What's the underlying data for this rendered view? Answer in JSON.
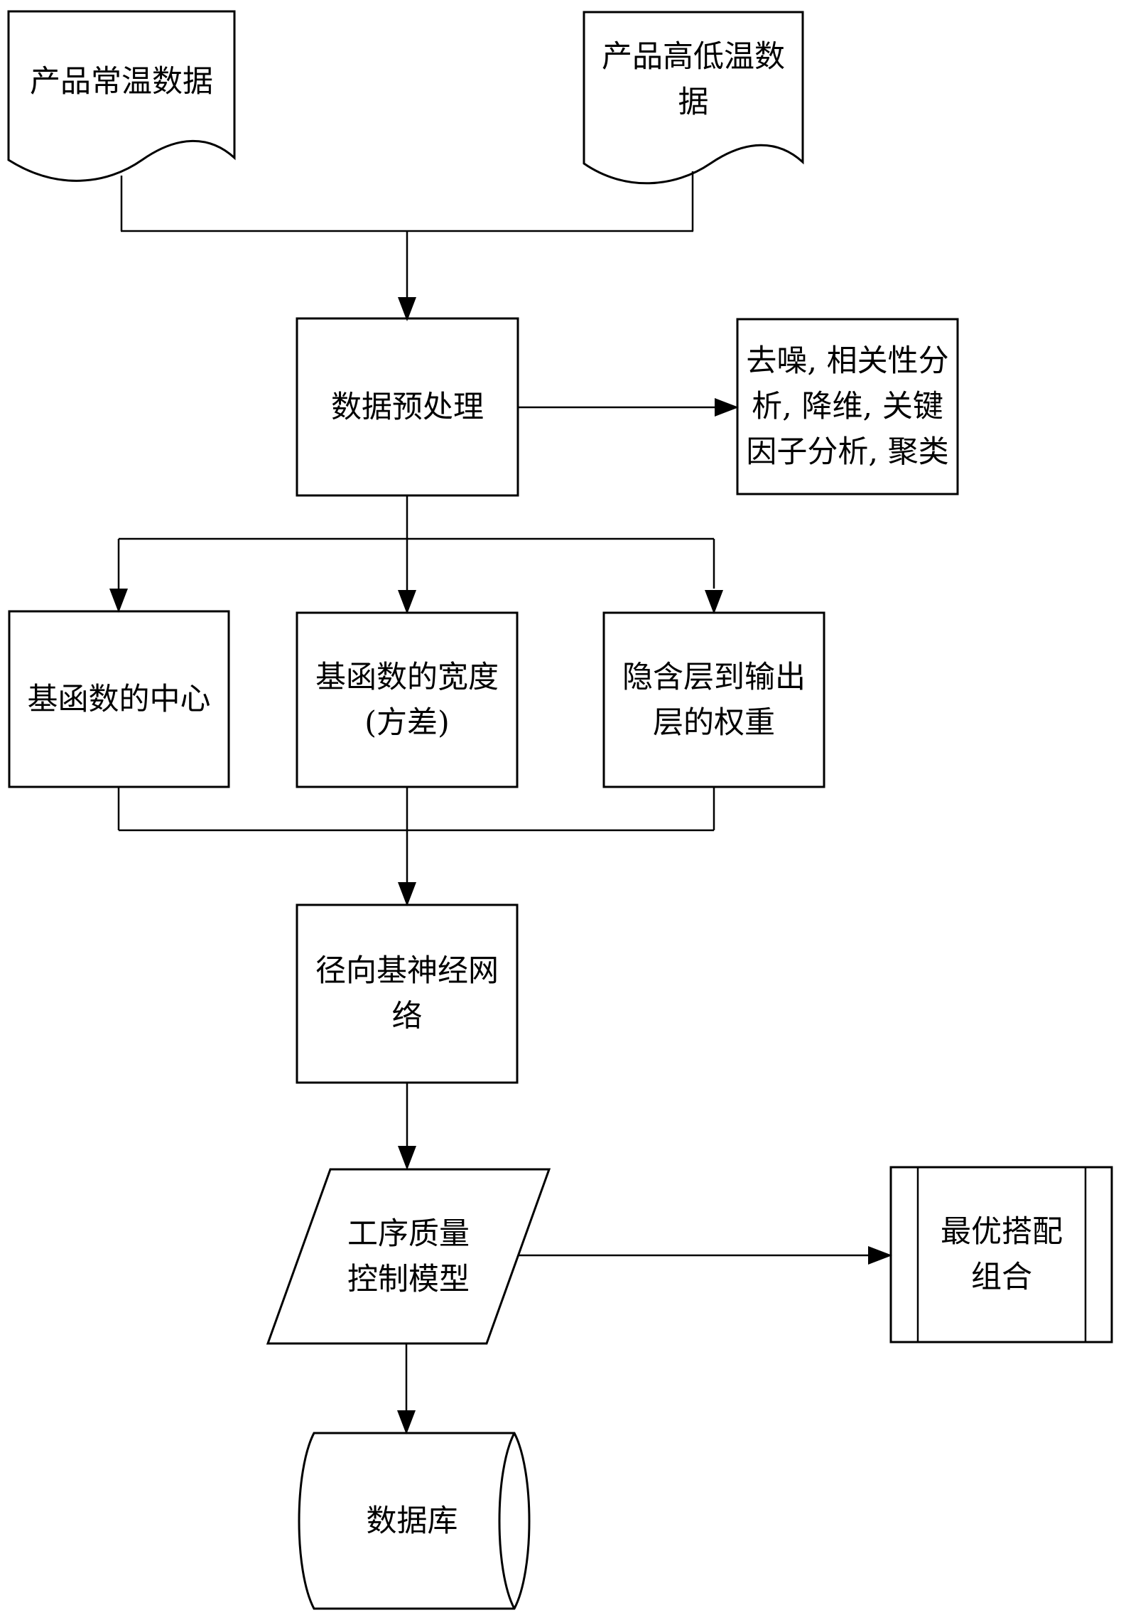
{
  "diagram": {
    "type": "flowchart",
    "colors": {
      "stroke": "#000000",
      "background": "#ffffff",
      "text": "#000000"
    },
    "nodes": {
      "product_normal_data": {
        "shape": "document",
        "lines": [
          "产品常温数据"
        ]
      },
      "product_high_low_data": {
        "shape": "document",
        "lines": [
          "产品高低温数",
          "据"
        ]
      },
      "data_preprocessing": {
        "shape": "process",
        "lines": [
          "数据预处理"
        ]
      },
      "preprocessing_methods": {
        "shape": "process",
        "lines": [
          "去噪, 相关性分",
          "析, 降维, 关键",
          "因子分析, 聚类"
        ]
      },
      "basis_function_center": {
        "shape": "process",
        "lines": [
          "基函数的中心"
        ]
      },
      "basis_function_width": {
        "shape": "process",
        "lines": [
          "基函数的宽度",
          "(方差)"
        ]
      },
      "hidden_output_weights": {
        "shape": "process",
        "lines": [
          "隐含层到输出",
          "层的权重"
        ]
      },
      "rbf_network": {
        "shape": "process",
        "lines": [
          "径向基神经网",
          "络"
        ]
      },
      "process_quality_model": {
        "shape": "parallelogram",
        "lines": [
          "工序质量",
          "控制模型"
        ]
      },
      "optimal_combination": {
        "shape": "predefined-process",
        "lines": [
          "最优搭配",
          "组合"
        ]
      },
      "database": {
        "shape": "stored-data",
        "lines": [
          "数据库"
        ]
      }
    }
  }
}
